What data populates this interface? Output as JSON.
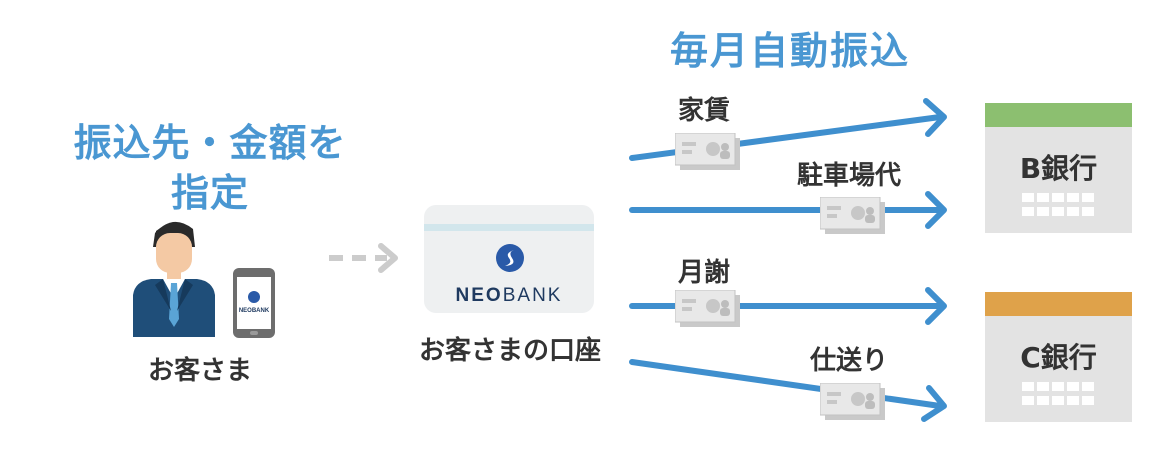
{
  "left_heading": {
    "line1": "振込先・金額を",
    "line2": "指定"
  },
  "monthly_title": "毎月自動振込",
  "customer": {
    "label": "お客さま"
  },
  "phone_brand": "NEOBANK",
  "account": {
    "label": "お客さまの口座",
    "brand_bold": "NEO",
    "brand_light": "BANK"
  },
  "payees": [
    "家賃",
    "駐車場代",
    "月謝",
    "仕送り"
  ],
  "banks": {
    "b": {
      "name": "B銀行",
      "roof_color": "#8cbf70"
    },
    "c": {
      "name": "C銀行",
      "roof_color": "#dfa24a"
    }
  },
  "colors": {
    "accent": "#4a97d2",
    "arrow": "#3f8fce",
    "dashed_arrow": "#cccccc",
    "bank_body": "#e3e3e3",
    "suit": "#1f4e79"
  }
}
